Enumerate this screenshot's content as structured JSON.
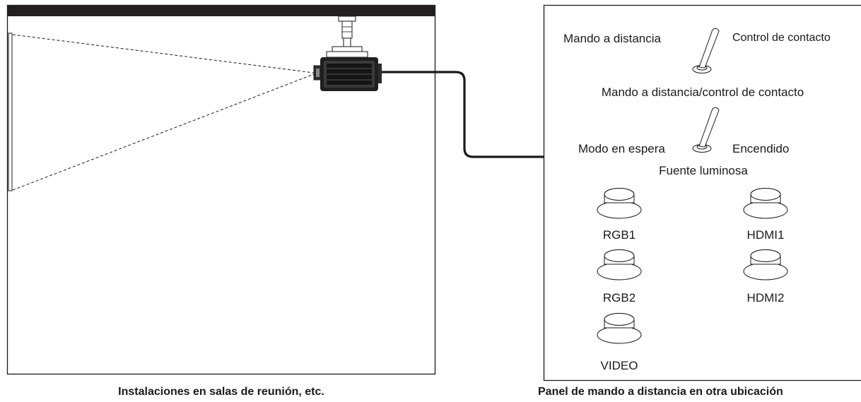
{
  "room": {
    "caption": "Instalaciones en salas de reunión, etc."
  },
  "panel": {
    "caption": "Panel de mando a distancia en otra ubicación",
    "switch1": {
      "left_label": "Mando a distancia",
      "right_label": "Control de contacto",
      "title": "Mando a distancia/control de contacto"
    },
    "switch2": {
      "left_label": "Modo en espera",
      "right_label": "Encendido",
      "title": "Fuente luminosa"
    },
    "buttons": {
      "rgb1": "RGB1",
      "hdmi1": "HDMI1",
      "rgb2": "RGB2",
      "hdmi2": "HDMI2",
      "video": "VIDEO"
    }
  },
  "colors": {
    "outline": "#1a1a1a",
    "ceiling": "#231f20",
    "projector_body": "#1f1f1f"
  }
}
